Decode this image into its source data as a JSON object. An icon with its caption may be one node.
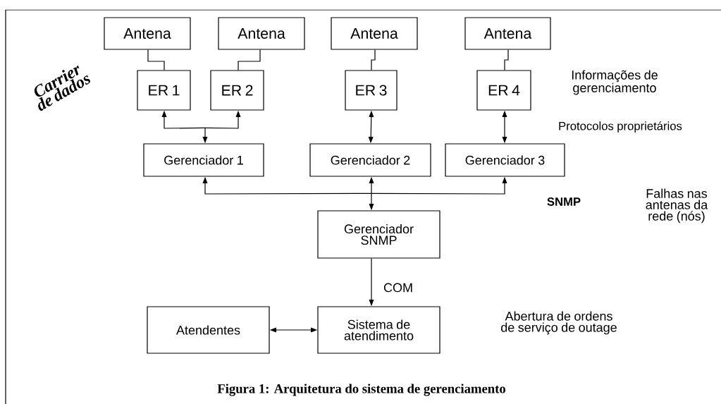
{
  "diagram": {
    "caption": "Figura 1: Arquitetura do sistema de gerenciamento",
    "nodes": [
      {
        "text": [
          "Antena"
        ]
      },
      {
        "text": [
          "Antena"
        ]
      },
      {
        "text": [
          "Antena"
        ]
      },
      {
        "text": [
          "Antena"
        ]
      },
      {
        "text": [
          "ER 1"
        ]
      },
      {
        "text": [
          "ER 2"
        ]
      },
      {
        "text": [
          "ER 3"
        ]
      },
      {
        "text": [
          "ER 4"
        ]
      },
      {
        "text": [
          "Gerenciador 1"
        ]
      },
      {
        "text": [
          "Gerenciador 2"
        ]
      },
      {
        "text": [
          "Gerenciador 3"
        ]
      },
      {
        "text": [
          "Gerenciador SNMP"
        ]
      },
      {
        "text": [
          "Atendentes"
        ]
      },
      {
        "text": [
          "Sistema de atendimento"
        ]
      }
    ],
    "edges": [
      {
        "from": 0,
        "to": 4,
        "arrow": "none"
      },
      {
        "from": 1,
        "to": 5,
        "arrow": "none"
      },
      {
        "from": 2,
        "to": 6,
        "arrow": "none"
      },
      {
        "from": 3,
        "to": 7,
        "arrow": "none"
      },
      {
        "from": 4,
        "to": 8,
        "arrow": "both"
      },
      {
        "from": 5,
        "to": 8,
        "arrow": "both"
      },
      {
        "from": 6,
        "to": 9,
        "arrow": "both"
      },
      {
        "from": 7,
        "to": 10,
        "arrow": "both"
      },
      {
        "from": 8,
        "to": 11,
        "arrow": "both"
      },
      {
        "from": 9,
        "to": 11,
        "arrow": "both"
      },
      {
        "from": 10,
        "to": 11,
        "arrow": "both"
      },
      {
        "from": 11,
        "to": 13,
        "arrow": "to",
        "label": "COM"
      },
      {
        "from": 12,
        "to": 13,
        "arrow": "both"
      }
    ],
    "labels": [
      "Carrier de dados",
      "Informações de gerenciamento",
      "Protocolos proprietários",
      "SNMP",
      "Falhas nas antenas da rede (nós)",
      "Abertura de ordens de serviço de outage"
    ]
  }
}
